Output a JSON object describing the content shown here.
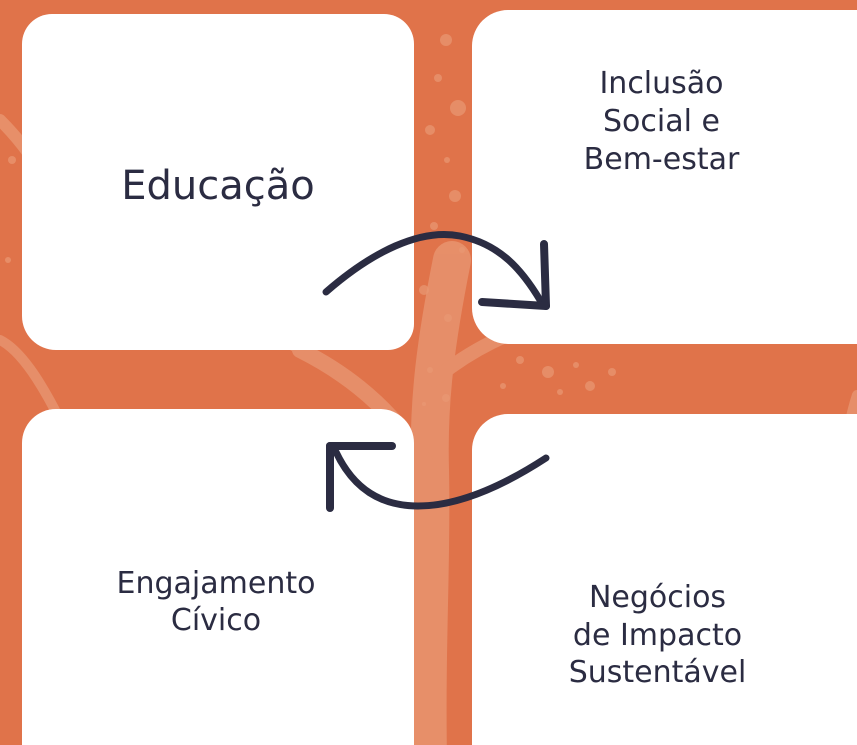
{
  "colors": {
    "background": "#e0734a",
    "background_texture": "#e99874",
    "card": "#ffffff",
    "text": "#2b2c42",
    "arrow": "#2b2c42"
  },
  "diagram": {
    "cards": [
      {
        "id": "educacao",
        "label": "Educação"
      },
      {
        "id": "inclusao",
        "label": "Inclusão\nSocial e\nBem-estar"
      },
      {
        "id": "engajamento",
        "label": "Engajamento\nCívico"
      },
      {
        "id": "negocios",
        "label": "Negócios\nde Impacto\nSustentável"
      }
    ],
    "connectors": [
      {
        "from": "educacao",
        "to": "inclusao",
        "icon": "curved-arrow-right"
      },
      {
        "from": "negocios",
        "to": "engajamento",
        "icon": "curved-arrow-left"
      }
    ]
  }
}
